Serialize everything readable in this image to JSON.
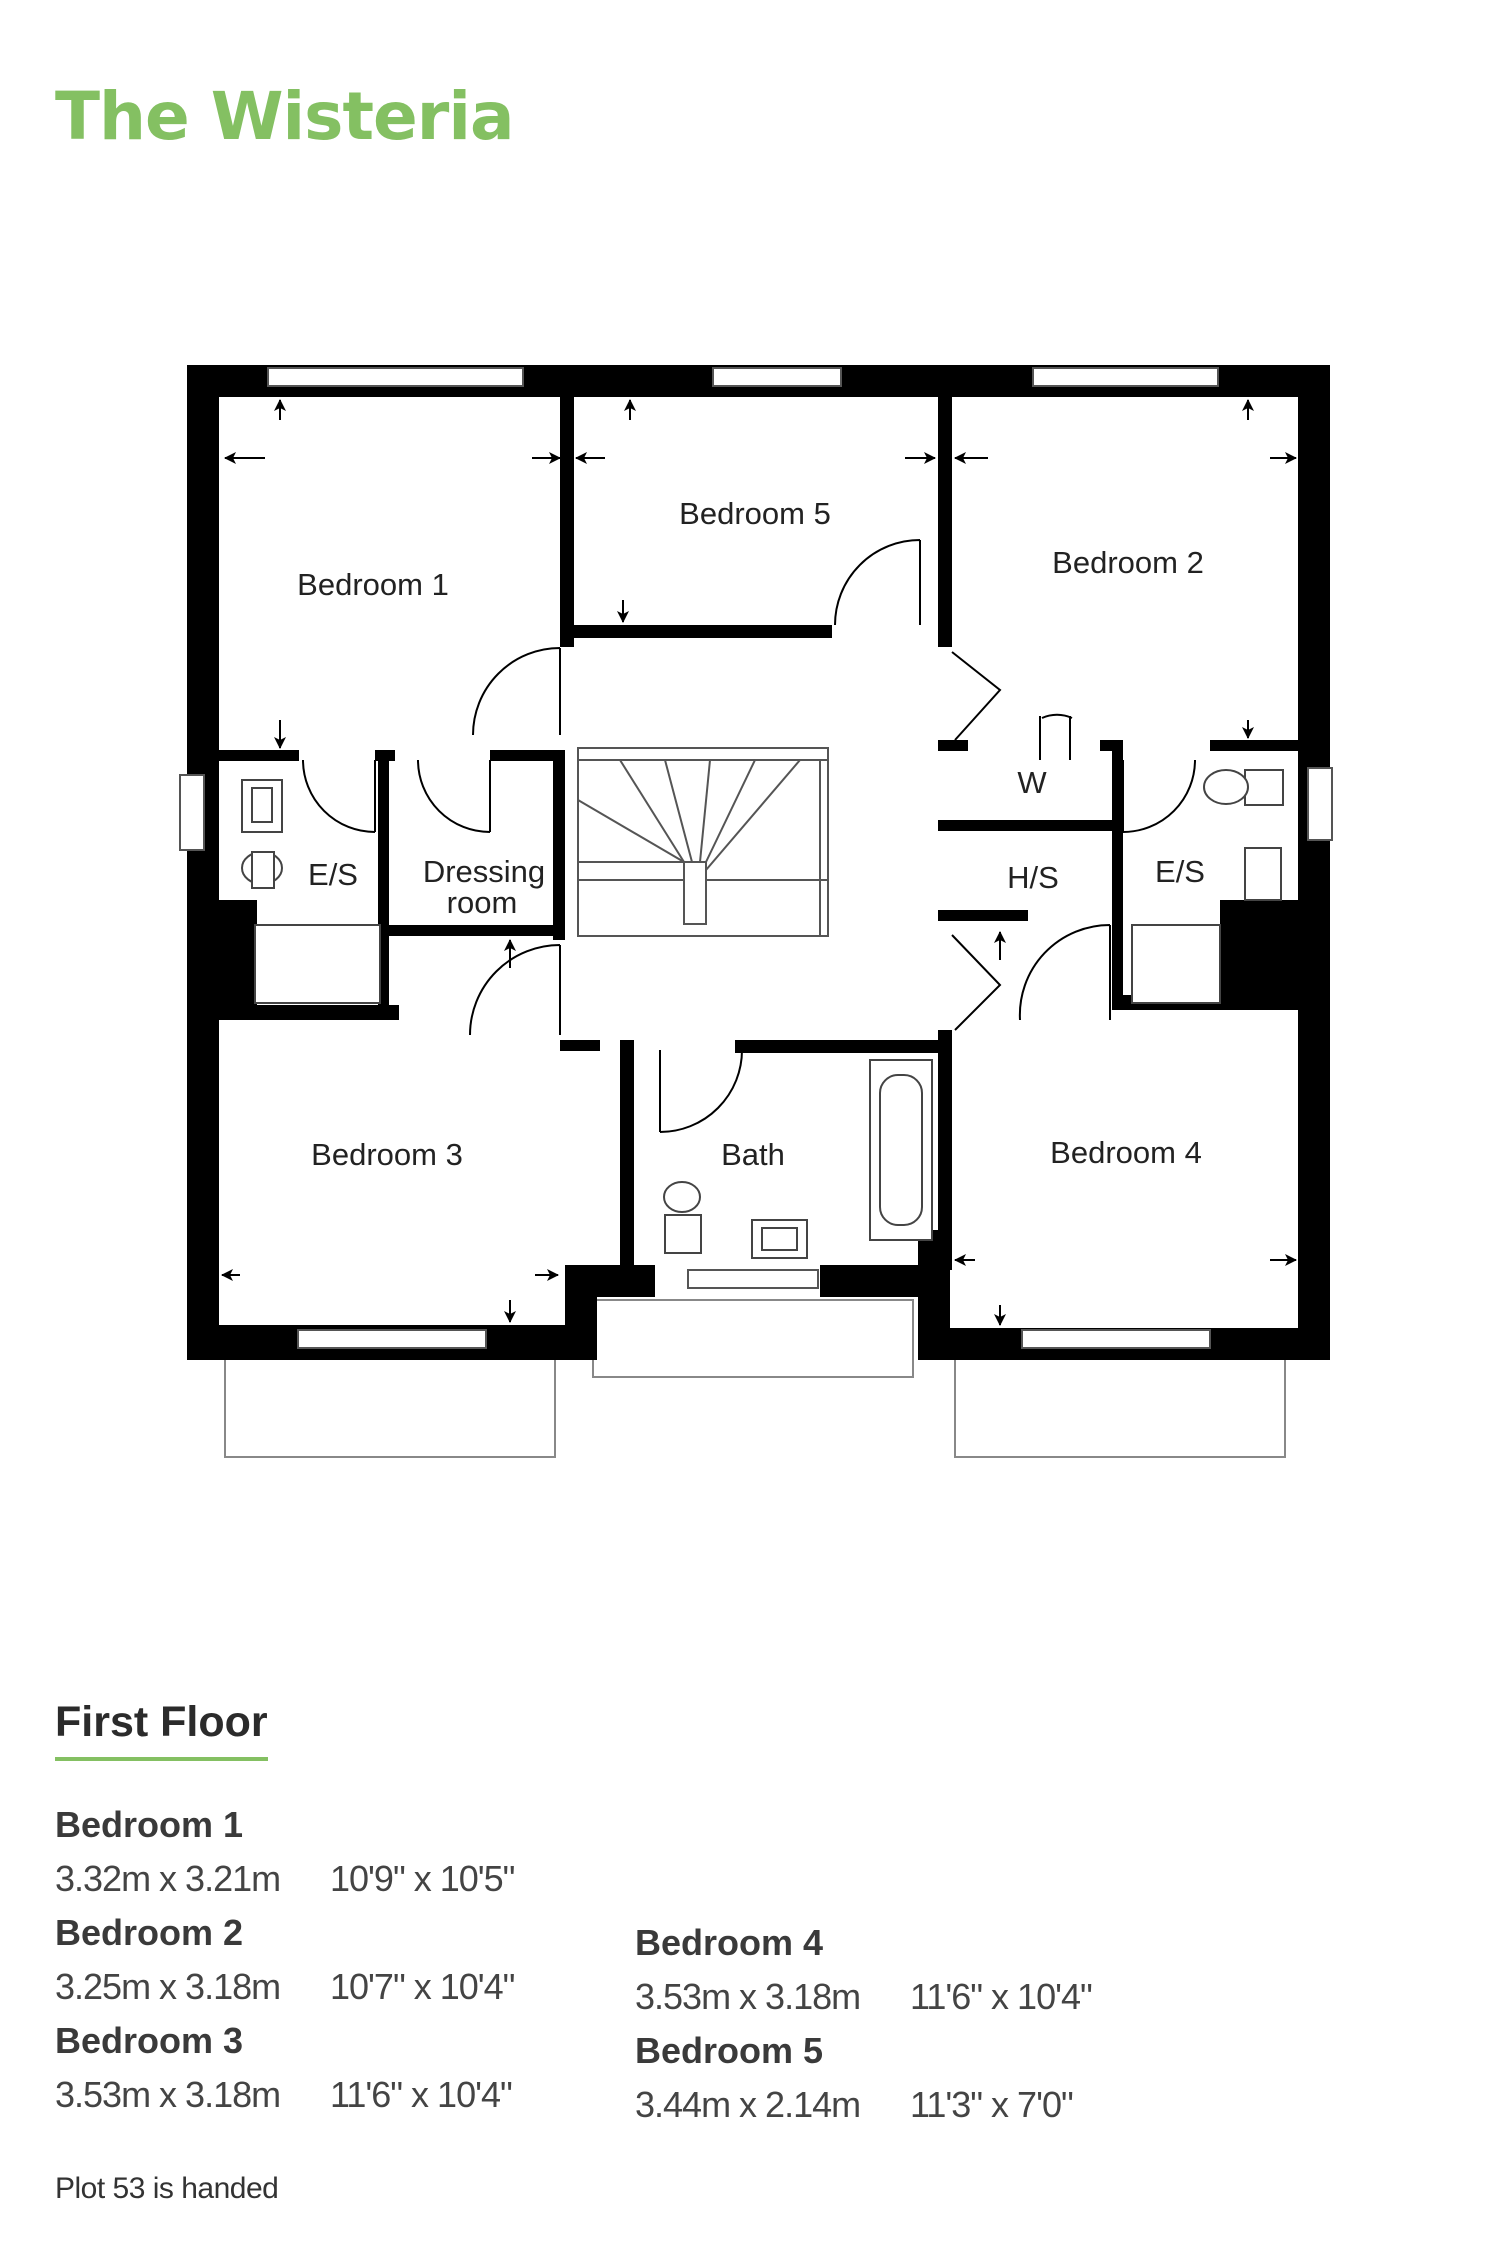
{
  "header": {
    "title": "The Wisteria"
  },
  "colors": {
    "accent": "#84c062",
    "wall": "#000000",
    "text": "#222222"
  },
  "plan": {
    "rooms": [
      {
        "key": "bedroom-1",
        "label": "Bedroom 1"
      },
      {
        "key": "bedroom-5",
        "label": "Bedroom 5"
      },
      {
        "key": "bedroom-2",
        "label": "Bedroom 2"
      },
      {
        "key": "ensuite-1",
        "label": "E/S"
      },
      {
        "key": "dressing",
        "label": "Dressing"
      },
      {
        "key": "dressing-2",
        "label": "room"
      },
      {
        "key": "wardrobe",
        "label": "W"
      },
      {
        "key": "hot-store",
        "label": "H/S"
      },
      {
        "key": "ensuite-2",
        "label": "E/S"
      },
      {
        "key": "bedroom-3",
        "label": "Bedroom 3"
      },
      {
        "key": "bath",
        "label": "Bath"
      },
      {
        "key": "bedroom-4",
        "label": "Bedroom 4"
      }
    ]
  },
  "section": {
    "heading": "First Floor"
  },
  "dimensions": [
    {
      "room": "Bedroom 1",
      "metric": "3.32m x 3.21m",
      "imperial": "10'9\" x 10'5\""
    },
    {
      "room": "Bedroom 2",
      "metric": "3.25m x 3.18m",
      "imperial": "10'7\" x 10'4\""
    },
    {
      "room": "Bedroom 3",
      "metric": "3.53m x 3.18m",
      "imperial": "11'6\" x 10'4\""
    },
    {
      "room": "Bedroom 4",
      "metric": "3.53m x 3.18m",
      "imperial": "11'6\" x 10'4\""
    },
    {
      "room": "Bedroom 5",
      "metric": "3.44m x 2.14m",
      "imperial": "11'3\" x 7'0\""
    }
  ],
  "footer": {
    "note": "Plot 53 is handed"
  }
}
